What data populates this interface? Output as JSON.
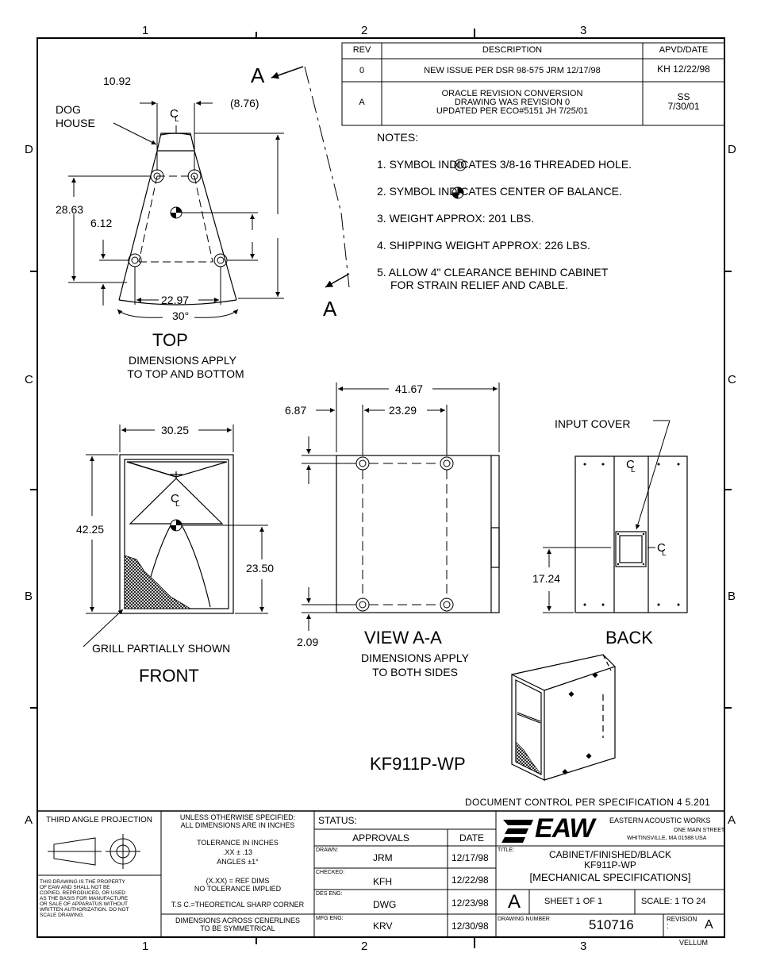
{
  "zones_top": [
    "1",
    "2",
    "3"
  ],
  "zones_bottom": [
    "1",
    "2",
    "3"
  ],
  "zones_side": [
    "D",
    "C",
    "B",
    "A"
  ],
  "revision_table": {
    "headers": [
      "REV",
      "DESCRIPTION",
      "APVD/DATE"
    ],
    "rows": [
      {
        "rev": "0",
        "desc": [
          "NEW ISSUE PER DSR 98-575 JRM 12/17/98"
        ],
        "apvd": [
          "KH 12/22/98"
        ]
      },
      {
        "rev": "A",
        "desc": [
          "ORACLE REVISION CONVERSION",
          "DRAWING WAS REVISION 0",
          "UPDATED PER ECO#5151 JH 7/25/01"
        ],
        "apvd": [
          "SS",
          "7/30/01"
        ]
      }
    ]
  },
  "notes": {
    "title": "NOTES:",
    "items": [
      "1. SYMBOL    INDICATES 3/8-16 THREADED HOLE.",
      "2. SYMBOL    INDICATES CENTER OF BALANCE.",
      "3. WEIGHT APPROX:  201 LBS.",
      "4. SHIPPING WEIGHT APPROX:  226 LBS.",
      "5. ALLOW 4\" CLEARANCE BEHIND CABINET",
      "FOR STRAIN RELIEF AND CABLE."
    ]
  },
  "top_view": {
    "section_mark": "A",
    "dim_10_92": "10.92",
    "dim_8_76": "(8.76)",
    "dog_house": [
      "DOG",
      "HOUSE"
    ],
    "centerline": "C",
    "centerline_sub": "L",
    "dim_28_63": "28.63",
    "dim_6_12": "6.12",
    "dim_22_97": "22.97",
    "angle": "30°",
    "title": "TOP",
    "subtitle": [
      "DIMENSIONS APPLY",
      "TO TOP AND BOTTOM"
    ]
  },
  "front_view": {
    "dim_30_25": "30.25",
    "dim_42_25": "42.25",
    "dim_23_50": "23.50",
    "grill_note": "GRILL PARTIALLY SHOWN",
    "title": "FRONT"
  },
  "side_view": {
    "dim_41_67": "41.67",
    "dim_6_87": "6.87",
    "dim_23_29": "23.29",
    "dim_2_09": "2.09",
    "title": "VIEW A-A",
    "subtitle": [
      "DIMENSIONS APPLY",
      "TO BOTH SIDES"
    ]
  },
  "back_view": {
    "input_cover": "INPUT COVER",
    "dim_17_24": "17.24",
    "title": "BACK"
  },
  "model_label": "KF911P-WP",
  "document_control": "DOCUMENT CONTROL PER SPECIFICATION 4 5.201",
  "title_block": {
    "projection": "THIRD ANGLE PROJECTION",
    "property_notice": [
      "THIS DRAWING IS THE PROPERTY",
      "OF EAW AND SHALL NOT BE",
      "COPIED, REPRODUCED, OR USED",
      "AS THE BASIS FOR MANUFACTURE",
      "OR SALE OF APPARATUS WITHOUT",
      "WRITTEN AUTHORIZATION. DO NOT",
      "SCALE DRAWING."
    ],
    "unless": [
      "UNLESS OTHERWISE SPECIFIED:",
      "ALL DIMENSIONS ARE IN INCHES"
    ],
    "tolerance": [
      "TOLERANCE IN INCHES",
      ".XX ± .13",
      "ANGLES ±1°"
    ],
    "ref_dims": [
      "(X.XX) = REF DIMS",
      "NO TOLERANCE IMPLIED"
    ],
    "tsc": "T.S C.=THEORETICAL SHARP CORNER",
    "symmetric": [
      "DIMENSIONS ACROSS CENERLINES",
      "TO BE SYMMETRICAL"
    ],
    "status_label": "STATUS:",
    "approvals_label": "APPROVALS",
    "date_label": "DATE",
    "approvals": [
      {
        "role": "DRAWN:",
        "name": "JRM",
        "date": "12/17/98"
      },
      {
        "role": "CHECKED:",
        "name": "KFH",
        "date": "12/22/98"
      },
      {
        "role": "DES ENG:",
        "name": "DWG",
        "date": "12/23/98"
      },
      {
        "role": "MFG ENG:",
        "name": "KRV",
        "date": "12/30/98"
      }
    ],
    "logo_text": "EAW",
    "company": "EASTERN ACOUSTIC WORKS",
    "address": [
      "ONE MAIN STREET",
      "WHITINSVILLE, MA   01588  USA"
    ],
    "title_label": "TITLE:",
    "title_lines": [
      "CABINET/FINISHED/BLACK",
      "KF911P-WP",
      "[MECHANICAL SPECIFICATIONS]"
    ],
    "size": "A",
    "sheet": "SHEET 1 OF 1",
    "scale": "SCALE: 1 TO 24",
    "drawing_number_label": "DRAWING NUMBER",
    "drawing_number": "510716",
    "revision_label": "REVISION",
    "revision_colon": ":",
    "revision": "A",
    "vellum": "VELLUM"
  }
}
